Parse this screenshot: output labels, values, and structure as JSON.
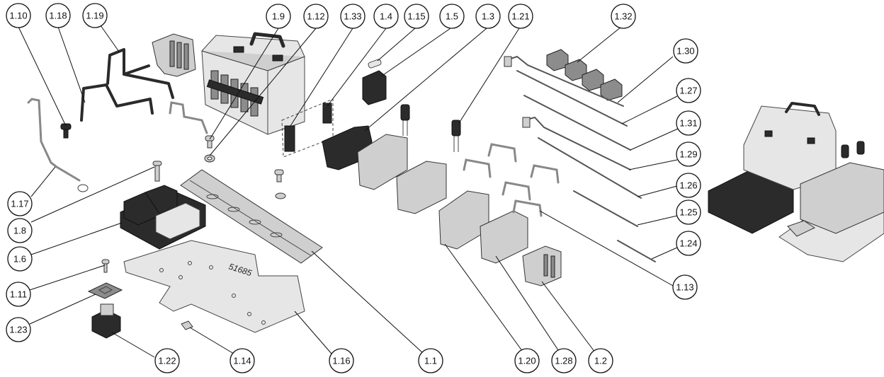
{
  "callouts": [
    {
      "id": "1.10",
      "label": "1.10"
    },
    {
      "id": "1.18",
      "label": "1.18"
    },
    {
      "id": "1.19",
      "label": "1.19"
    },
    {
      "id": "1.9",
      "label": "1.9"
    },
    {
      "id": "1.12",
      "label": "1.12"
    },
    {
      "id": "1.33",
      "label": "1.33"
    },
    {
      "id": "1.4",
      "label": "1.4"
    },
    {
      "id": "1.15",
      "label": "1.15"
    },
    {
      "id": "1.5",
      "label": "1.5"
    },
    {
      "id": "1.3",
      "label": "1.3"
    },
    {
      "id": "1.21",
      "label": "1.21"
    },
    {
      "id": "1.32",
      "label": "1.32"
    },
    {
      "id": "1.30",
      "label": "1.30"
    },
    {
      "id": "1.27",
      "label": "1.27"
    },
    {
      "id": "1.31",
      "label": "1.31"
    },
    {
      "id": "1.29",
      "label": "1.29"
    },
    {
      "id": "1.26",
      "label": "1.26"
    },
    {
      "id": "1.25",
      "label": "1.25"
    },
    {
      "id": "1.24",
      "label": "1.24"
    },
    {
      "id": "1.13",
      "label": "1.13"
    },
    {
      "id": "1.17",
      "label": "1.17"
    },
    {
      "id": "1.8",
      "label": "1.8"
    },
    {
      "id": "1.6",
      "label": "1.6"
    },
    {
      "id": "1.11",
      "label": "1.11"
    },
    {
      "id": "1.23",
      "label": "1.23"
    },
    {
      "id": "1.22",
      "label": "1.22"
    },
    {
      "id": "1.14",
      "label": "1.14"
    },
    {
      "id": "1.16",
      "label": "1.16"
    },
    {
      "id": "1.1",
      "label": "1.1"
    },
    {
      "id": "1.20",
      "label": "1.20"
    },
    {
      "id": "1.28",
      "label": "1.28"
    },
    {
      "id": "1.2",
      "label": "1.2"
    }
  ],
  "plate_marking": "51685"
}
